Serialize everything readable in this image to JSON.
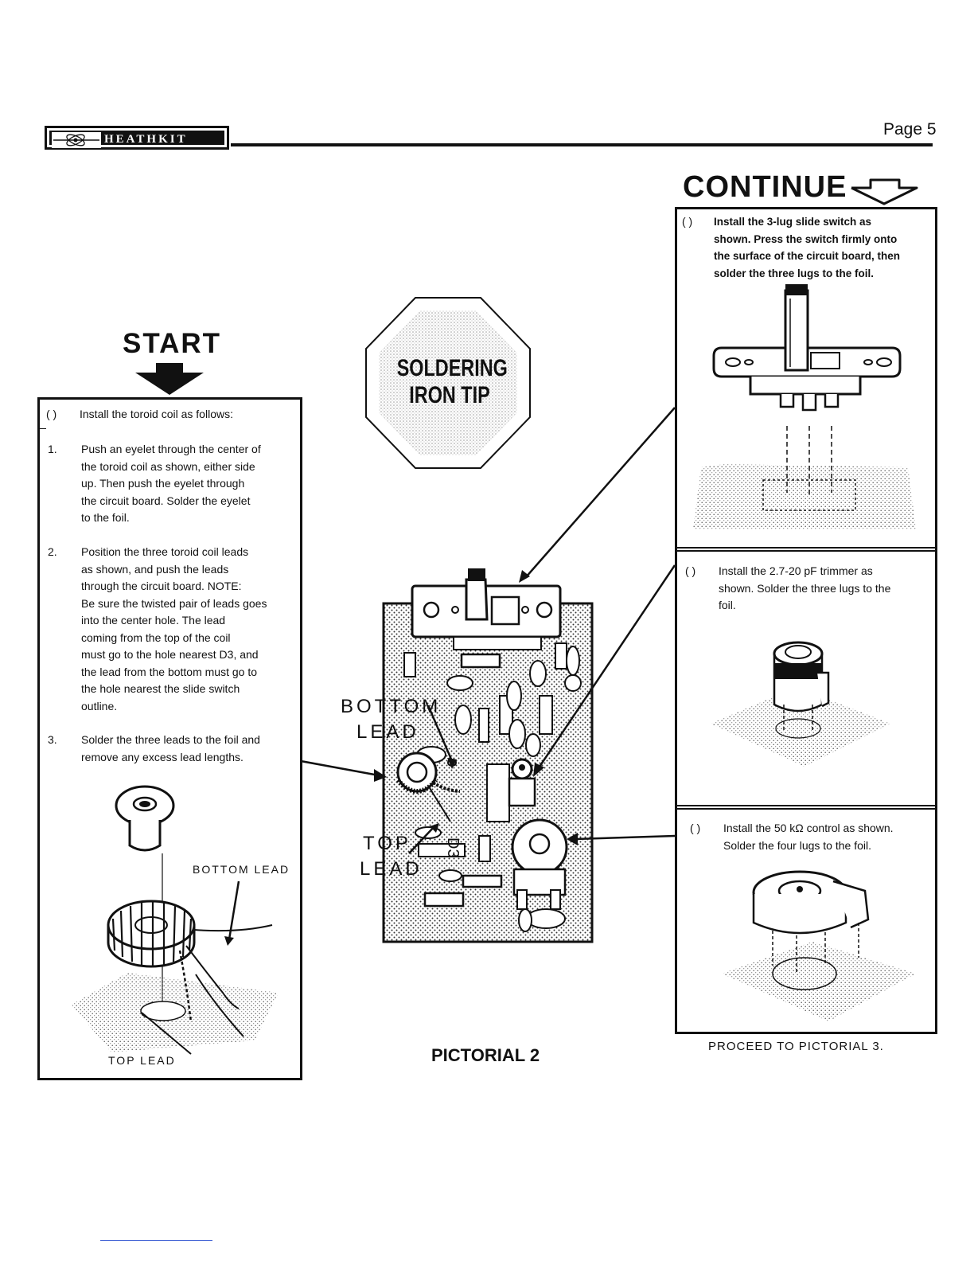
{
  "header": {
    "brand": "HEATHKIT",
    "page": "Page 5"
  },
  "start": {
    "title": "START",
    "intro_checkbox": "(  )",
    "intro": "Install the toroid coil as follows:",
    "steps": [
      {
        "num": "1.",
        "lines": [
          "Push an eyelet through the center of",
          "the toroid coil as shown, either side",
          "up. Then push the eyelet through",
          "the circuit board. Solder the eyelet",
          "to the foil."
        ]
      },
      {
        "num": "2.",
        "lines": [
          "Position the three toroid coil leads",
          "as shown, and push the leads",
          "through the circuit board. NOTE:",
          "Be sure the twisted pair of leads goes",
          "into the center hole. The lead",
          "coming from the top of the coil",
          "must go to the hole nearest D3, and",
          "the lead from the bottom must go to",
          "the hole nearest the slide switch",
          "outline."
        ]
      },
      {
        "num": "3.",
        "lines": [
          "Solder the three leads to the foil and",
          "remove any excess lead lengths."
        ]
      }
    ],
    "coil_bottom_label": "BOTTOM LEAD",
    "coil_top_label": "TOP LEAD"
  },
  "center": {
    "stop_sign": [
      "SOLDERING",
      "IRON TIP"
    ],
    "bottom_lead": [
      "BOTTOM",
      "LEAD"
    ],
    "top_lead": [
      "TOP",
      "LEAD"
    ],
    "d3_label": "D3",
    "caption": "PICTORIAL 2"
  },
  "continue": {
    "title": "CONTINUE",
    "steps": [
      {
        "checkbox": "(  )",
        "lines": [
          "Install the 3-lug slide switch as",
          "shown. Press the switch firmly onto",
          "the surface of the circuit board, then",
          "solder the three lugs to the foil."
        ]
      },
      {
        "checkbox": "(  )",
        "lines": [
          "Install the 2.7-20 pF trimmer as",
          "shown. Solder the three lugs to the",
          "foil."
        ]
      },
      {
        "checkbox": "(  )",
        "lines": [
          "Install the 50 kΩ control as shown.",
          "Solder the four lugs to the foil."
        ]
      }
    ],
    "proceed": "PROCEED TO PICTORIAL 3."
  }
}
